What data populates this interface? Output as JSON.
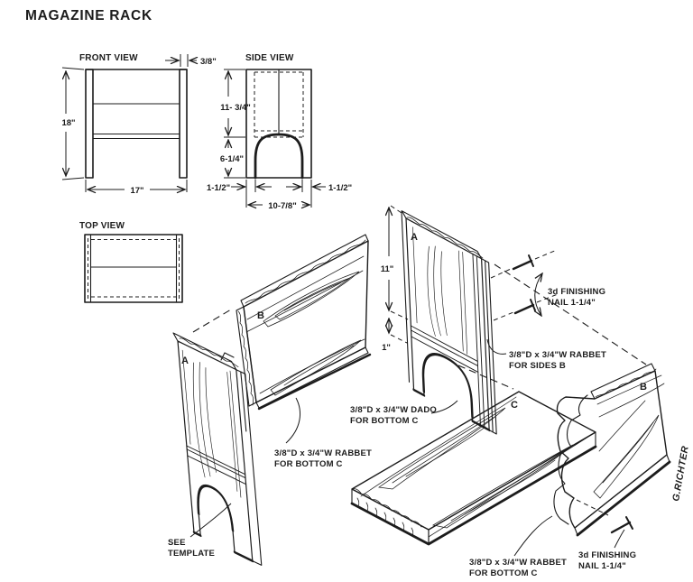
{
  "title": "MAGAZINE RACK",
  "colors": {
    "ink": "#1c1c1c",
    "paper": "#ffffff"
  },
  "front_view": {
    "label": "FRONT VIEW",
    "dim_height": "18\"",
    "dim_width": "17\"",
    "dim_thickness": "3/8\""
  },
  "side_view": {
    "label": "SIDE VIEW",
    "dim_upper": "11- 3/4\"",
    "dim_lower": "6-1/4\"",
    "dim_foot_left": "1-1/2\"",
    "dim_foot_right": "1-1/2\"",
    "dim_width": "10-7/8\""
  },
  "top_view": {
    "label": "TOP VIEW"
  },
  "exploded_view": {
    "dim_back_height": "11\"",
    "dim_dado_offset": "1\"",
    "part_labels": {
      "side_left": "A",
      "back_middle": "B",
      "side_right": "A",
      "bottom": "C",
      "back_right": "B"
    },
    "callouts": {
      "nail_top": {
        "line1": "3d  FINISHING",
        "line2": "NAIL  1-1/4\""
      },
      "rabbet_sides": {
        "line1": "3/8\"D x 3/4\"W RABBET",
        "line2": "FOR  SIDES B"
      },
      "dado_bottom": {
        "line1": "3/8\"D x 3/4\"W DADO",
        "line2": "FOR   BOTTOM  C"
      },
      "rabbet_bottom_left": {
        "line1": "3/8\"D x 3/4\"W RABBET",
        "line2": "FOR   BOTTOM  C"
      },
      "see_template": {
        "line1": "SEE",
        "line2": "TEMPLATE"
      },
      "rabbet_bottom_right": {
        "line1": "3/8\"D x 3/4\"W RABBET",
        "line2": "FOR   BOTTOM  C"
      },
      "nail_bottom": {
        "line1": "3d  FINISHING",
        "line2": "NAIL  1-1/4\""
      }
    },
    "signature": "G.RICHTER"
  }
}
